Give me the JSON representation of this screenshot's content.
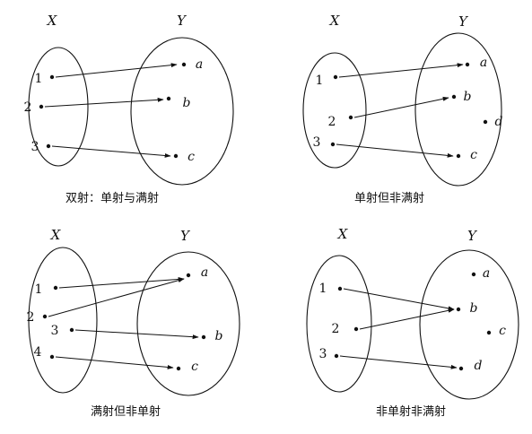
{
  "panels": [
    {
      "caption": "双射：单射与满射",
      "x_label": "X",
      "y_label": "Y",
      "domain": [
        "1",
        "2",
        "3"
      ],
      "codomain": [
        "a",
        "b",
        "c"
      ],
      "mapping": [
        [
          "1",
          "a"
        ],
        [
          "2",
          "b"
        ],
        [
          "3",
          "c"
        ]
      ]
    },
    {
      "caption": "单射但非满射",
      "x_label": "X",
      "y_label": "Y",
      "domain": [
        "1",
        "2",
        "3"
      ],
      "codomain": [
        "a",
        "b",
        "d",
        "c"
      ],
      "mapping": [
        [
          "1",
          "a"
        ],
        [
          "2",
          "b"
        ],
        [
          "3",
          "c"
        ]
      ]
    },
    {
      "caption": "满射但非单射",
      "x_label": "X",
      "y_label": "Y",
      "domain": [
        "1",
        "2",
        "3",
        "4"
      ],
      "codomain": [
        "a",
        "b",
        "c"
      ],
      "mapping": [
        [
          "1",
          "a"
        ],
        [
          "2",
          "a"
        ],
        [
          "3",
          "b"
        ],
        [
          "4",
          "c"
        ]
      ]
    },
    {
      "caption": "非单射非满射",
      "x_label": "X",
      "y_label": "Y",
      "domain": [
        "1",
        "2",
        "3"
      ],
      "codomain": [
        "a",
        "b",
        "c",
        "d"
      ],
      "mapping": [
        [
          "1",
          "b"
        ],
        [
          "2",
          "b"
        ],
        [
          "3",
          "d"
        ]
      ]
    }
  ]
}
